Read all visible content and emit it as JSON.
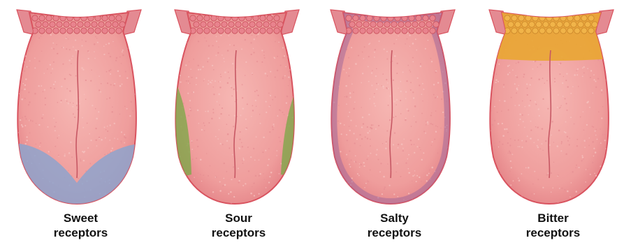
{
  "tongues": [
    {
      "line1": "Sweet",
      "line2": "receptors",
      "region": "tip",
      "color": "#8ea3cc"
    },
    {
      "line1": "Sour",
      "line2": "receptors",
      "region": "sides",
      "color": "#7fa84a"
    },
    {
      "line1": "Salty",
      "line2": "receptors",
      "region": "edges",
      "color": "#a46a9a"
    },
    {
      "line1": "Bitter",
      "line2": "receptors",
      "region": "back",
      "color": "#e9a632"
    }
  ],
  "colors": {
    "tongue_base": "#ef9d9c",
    "tongue_edge": "#d9535f",
    "papillae": "#e8838d",
    "stipple": "#f7c4c2"
  }
}
